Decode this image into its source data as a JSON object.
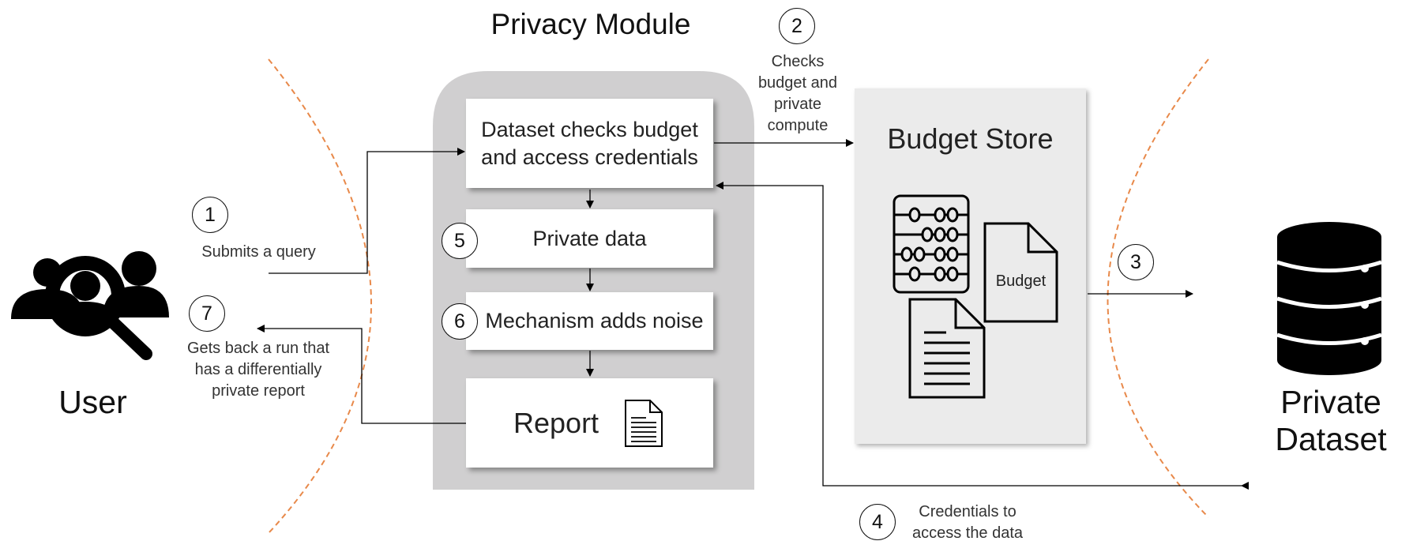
{
  "privacy_module": {
    "title": "Privacy Module"
  },
  "boxes": {
    "check": "Dataset checks budget and access credentials",
    "private_data": "Private data",
    "mechanism": "Mechanism adds noise",
    "report": "Report"
  },
  "budget_store": {
    "title": "Budget Store",
    "doc_label": "Budget"
  },
  "actors": {
    "user": "User",
    "dataset_line1": "Private",
    "dataset_line2": "Dataset"
  },
  "steps": [
    {
      "num": "1",
      "text": "Submits a query"
    },
    {
      "num": "2",
      "text_lines": [
        "Checks",
        "budget and",
        "private",
        "compute"
      ]
    },
    {
      "num": "3"
    },
    {
      "num": "4",
      "text_lines": [
        "Credentials to",
        "access the data"
      ]
    },
    {
      "num": "5"
    },
    {
      "num": "6"
    },
    {
      "num": "7",
      "text_lines": [
        "Gets back a run that",
        "has a differentially",
        "private report"
      ]
    }
  ],
  "colors": {
    "module_bg": "#d0cfd0",
    "store_bg": "#ebebeb",
    "dashed_arc": "#e8894a",
    "ink": "#000000"
  },
  "icons": [
    "user-search-icon",
    "abacus-icon",
    "document-icon",
    "database-icon"
  ]
}
